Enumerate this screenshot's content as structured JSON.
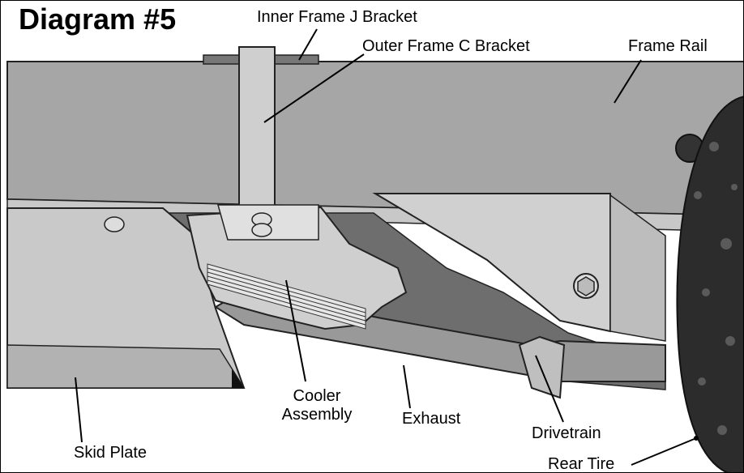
{
  "title": "Diagram #5",
  "labels": {
    "inner_bracket": "Inner Frame J Bracket",
    "outer_bracket": "Outer Frame C Bracket",
    "frame_rail": "Frame Rail",
    "cooler_line1": "Cooler",
    "cooler_line2": "Assembly",
    "exhaust": "Exhaust",
    "drivetrain": "Drivetrain",
    "skid_plate": "Skid Plate",
    "rear_tire": "Rear Tire"
  }
}
